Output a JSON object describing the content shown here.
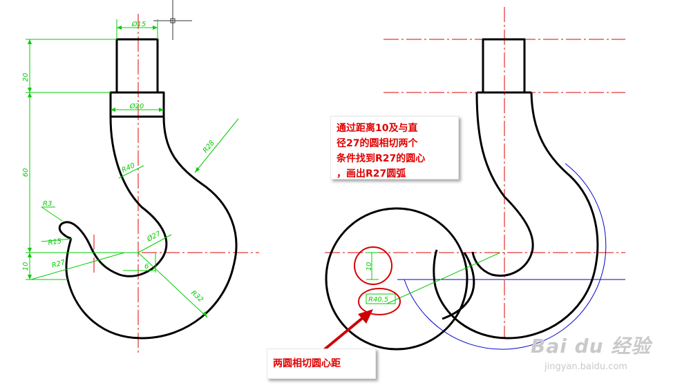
{
  "left_drawing": {
    "dimensions": {
      "d15": "Ø15",
      "d20": "Ø20",
      "h20": "20",
      "h60": "60",
      "h10": "10",
      "r28": "R28",
      "r40": "R40",
      "r3": "R3",
      "r15": "R15",
      "r27": "R27",
      "d27": "Ø27",
      "d6": "6",
      "r32": "R32"
    }
  },
  "right_drawing": {
    "dimensions": {
      "d10": "10",
      "r40_5": "R40.5"
    }
  },
  "annotations": {
    "tangent_note": "通过距离10及与直\n径27的圆相切两个\n条件找到R27的圆心\n，画出R27圆弧",
    "distance_note": "两圆相切圆心距"
  },
  "watermark": {
    "brand": "Bai du 经验",
    "url": "jingyan.baidu.com"
  },
  "colors": {
    "outline": "#000000",
    "centerline": "#e00000",
    "dimension": "#00cc00",
    "construction": "#0000cc",
    "highlight": "#d40000"
  }
}
